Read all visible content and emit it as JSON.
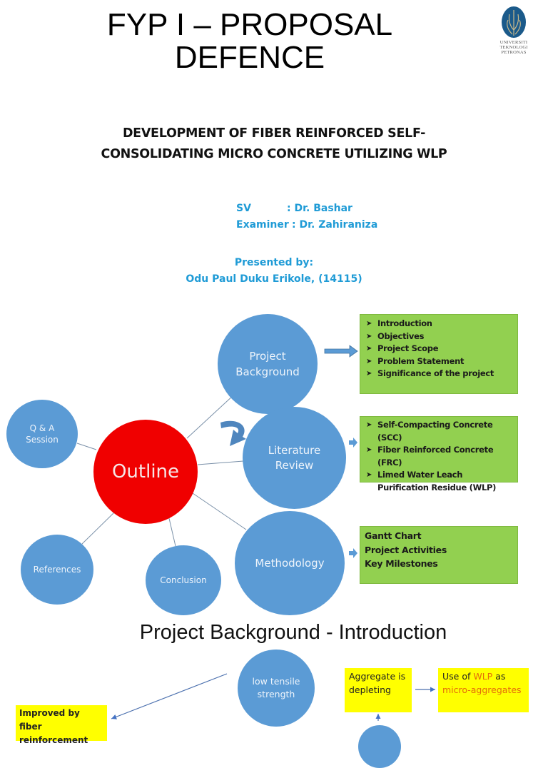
{
  "slide1": {
    "title_line1": "FYP I – PROPOSAL",
    "title_line2": "DEFENCE",
    "logo": {
      "icon": "university-emblem-icon",
      "text_lines": [
        "UNIVERSITI",
        "TEKNOLOGI",
        "PETRONAS"
      ]
    },
    "subtitle_line1": "DEVELOPMENT OF FIBER REINFORCED SELF-",
    "subtitle_line2": "CONSOLIDATING MICRO CONCRETE UTILIZING WLP",
    "supervisor_label": "SV",
    "supervisor_value": ": Dr. Bashar",
    "examiner_label": "Examiner",
    "examiner_value": ": Dr. Zahiraniza",
    "presented_by_label": "Presented by:",
    "presenter": "Odu Paul Duku Erikole, (14115)",
    "accent_color": "#1f9bd6"
  },
  "slide2": {
    "center": "Outline",
    "nodes": {
      "project_background": "Project Background",
      "literature_review": "Literature Review",
      "methodology": "Methodology",
      "qa_session": "Q & A Session",
      "references": "References",
      "conclusion": "Conclusion"
    },
    "boxes": {
      "project_background": [
        "Introduction",
        "Objectives",
        "Project Scope",
        "Problem Statement",
        "Significance of the project"
      ],
      "literature_review": [
        "Self-Compacting Concrete (SCC)",
        "Fiber Reinforced Concrete (FRC)",
        "Limed Water Leach Purification Residue (WLP)"
      ],
      "methodology": [
        "Gantt Chart",
        "Project Activities",
        "Key Milestones"
      ]
    },
    "bullet_icon": "arrow-bullet-icon",
    "colors": {
      "center": "#f00000",
      "node": "#5b9bd5",
      "box": "#92d050"
    }
  },
  "slide3": {
    "title": "Project Background - Introduction",
    "node_low_tensile": "low tensile strength",
    "improved_by": "Improved by fiber reinforcement",
    "aggregate_depleting": "Aggregate is depleting",
    "use_of_prefix": "Use of ",
    "use_of_highlight": "WLP",
    "use_of_suffix": " as",
    "use_of_line2": "micro-aggregates",
    "colors": {
      "callout": "#ffff00",
      "highlight": "#e46c0a"
    }
  }
}
